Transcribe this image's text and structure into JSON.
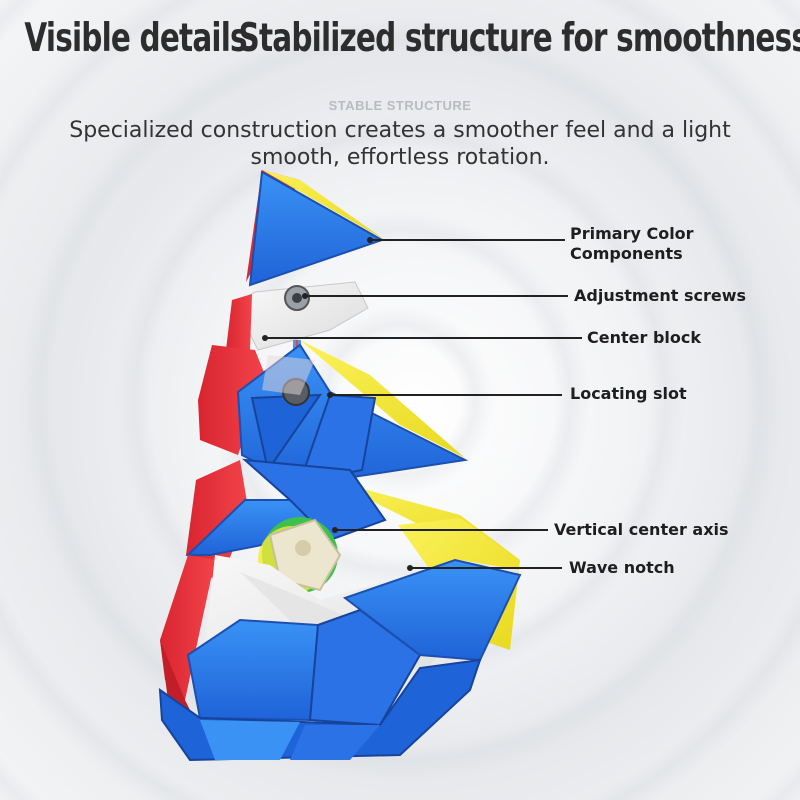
{
  "heading": {
    "left": "Visible details",
    "right": "Stabilized structure for smoothness"
  },
  "kicker": "STABLE STRUCTURE",
  "subtitle": "Specialized construction creates a smoother feel and a light smooth, effortless rotation.",
  "labels": {
    "primary_color_components": "Primary Color Components",
    "adjustment_screws": "Adjustment screws",
    "center_block": "Center block",
    "locating_slot": "Locating slot",
    "vertical_center_axis": "Vertical center axis",
    "wave_notch": "Wave notch"
  },
  "colors": {
    "blue": "#2f7fe8",
    "red": "#e8323a",
    "yellow": "#f4e83a",
    "green": "#3cc24a",
    "white": "#efefef"
  }
}
